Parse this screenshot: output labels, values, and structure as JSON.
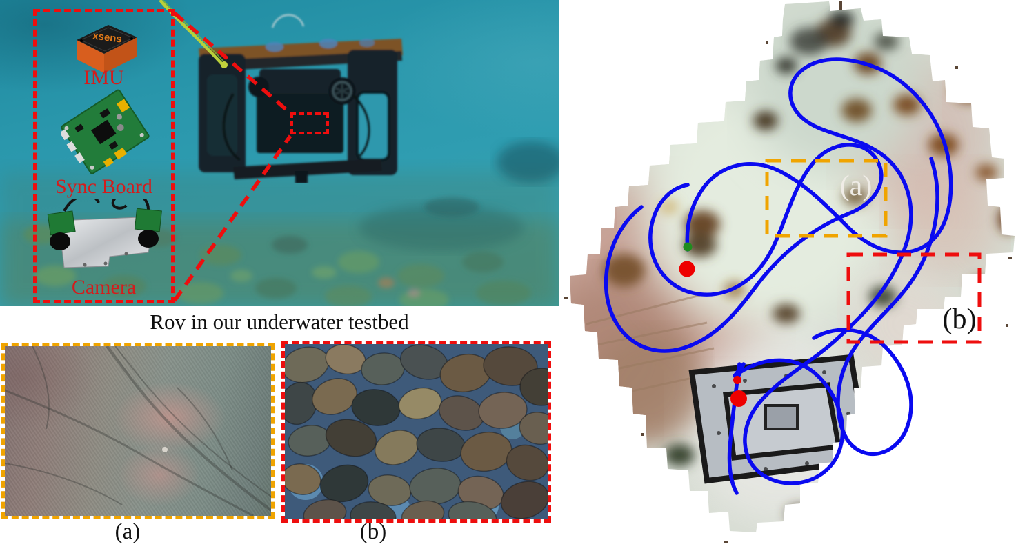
{
  "colors": {
    "annotation_red": "#ee0e0e",
    "annotation_orange": "#f0a400",
    "trajectory_blue": "#0a0af0",
    "label_red": "#d41c1c",
    "marker_red": "#ee0000",
    "marker_green": "#1f8c1f",
    "caption_color": "#101010",
    "map_label_light": "#efece6",
    "map_label_dark": "#101010"
  },
  "left_panel": {
    "caption": "Rov in our underwater testbed",
    "components": [
      {
        "label": "IMU",
        "device_text": "xsens"
      },
      {
        "label": "Sync Board"
      },
      {
        "label": "Camera"
      }
    ],
    "subfigures": [
      {
        "label": "(a)"
      },
      {
        "label": "(b)"
      }
    ]
  },
  "map_panel": {
    "region_labels": [
      {
        "label": "(a)"
      },
      {
        "label": "(b)"
      }
    ]
  }
}
